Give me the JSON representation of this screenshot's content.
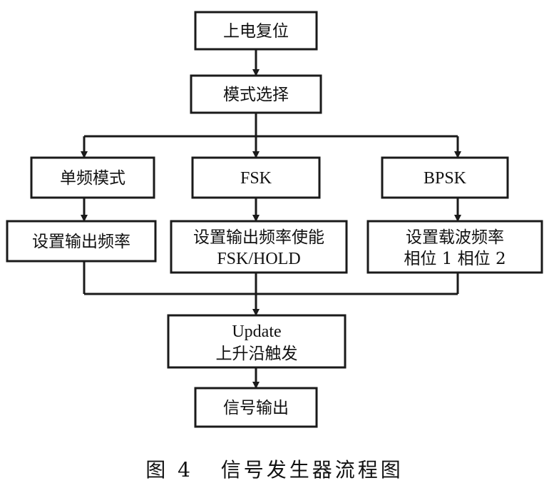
{
  "diagram": {
    "nodes": {
      "power_reset": "上电复位",
      "mode_select": "模式选择",
      "single_freq": "单频模式",
      "fsk": "FSK",
      "bpsk": "BPSK",
      "set_freq": "设置输出频率",
      "set_freq_enable_line1": "设置输出频率使能",
      "set_freq_enable_line2": "FSK/HOLD",
      "set_carrier_line1": "设置载波频率",
      "set_carrier_line2": "相位 1 相位 2",
      "update_line1": "Update",
      "update_line2": "上升沿触发",
      "signal_output": "信号输出"
    },
    "caption": "图 4   信号发生器流程图",
    "colors": {
      "stroke": "#1a1a1a",
      "text": "#111111",
      "background": "#ffffff"
    }
  }
}
